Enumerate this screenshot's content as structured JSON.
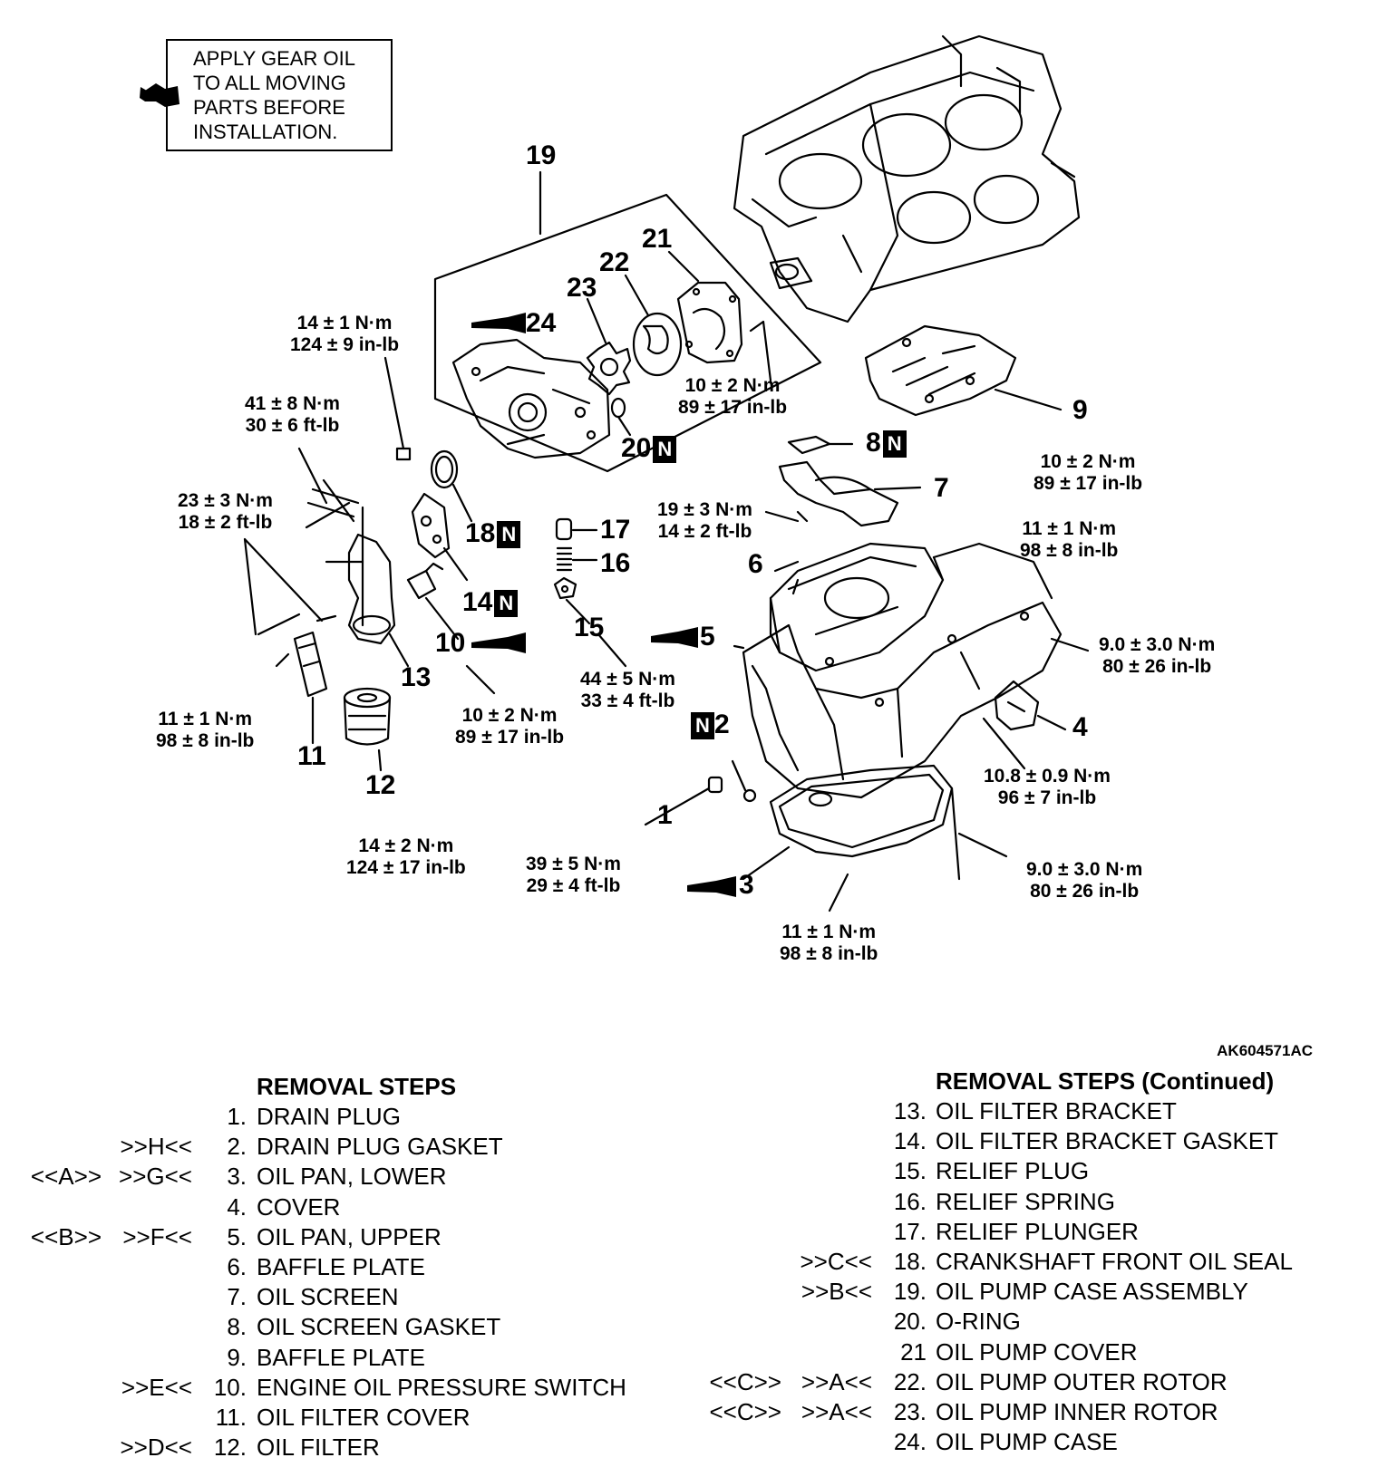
{
  "note": {
    "lines": [
      "APPLY GEAR OIL",
      "TO ALL MOVING",
      "PARTS BEFORE",
      "INSTALLATION."
    ],
    "icon": "oil-can-icon"
  },
  "callouts": {
    "c1": "1",
    "c2": "2",
    "c3": "3",
    "c4": "4",
    "c5": "5",
    "c6": "6",
    "c7": "7",
    "c8": "8",
    "c9": "9",
    "c10": "10",
    "c11": "11",
    "c12": "12",
    "c13": "13",
    "c14": "14",
    "c15": "15",
    "c16": "16",
    "c17": "17",
    "c18": "18",
    "c19": "19",
    "c20": "20",
    "c21": "21",
    "c22": "22",
    "c23": "23",
    "c24": "24"
  },
  "new_part_mark": "N",
  "torques": {
    "t14_1": [
      "14 ± 1 N·m",
      "124 ± 9 in-lb"
    ],
    "t41_8": [
      "41 ± 8 N·m",
      "30 ± 6 ft-lb"
    ],
    "t23_3": [
      "23 ± 3 N·m",
      "18 ± 2 ft-lb"
    ],
    "t11_left": [
      "11 ± 1 N·m",
      "98 ± 8 in-lb"
    ],
    "t14_2": [
      "14 ± 2 N·m",
      "124 ± 17 in-lb"
    ],
    "t10_2_switch": [
      "10 ± 2 N·m",
      "89 ± 17 in-lb"
    ],
    "t44_5": [
      "44 ± 5 N·m",
      "33 ± 4 ft-lb"
    ],
    "t19_3": [
      "19 ± 3 N·m",
      "14 ± 2 ft-lb"
    ],
    "t10_2_cover": [
      "10 ± 2 N·m",
      "89 ± 17 in-lb"
    ],
    "t10_2_baffle": [
      "10 ± 2 N·m",
      "89 ± 17 in-lb"
    ],
    "t11_right": [
      "11 ± 1 N·m",
      "98 ± 8 in-lb"
    ],
    "t9_upper": [
      "9.0 ± 3.0 N·m",
      "80 ± 26 in-lb"
    ],
    "t10_8": [
      "10.8 ± 0.9 N·m",
      "96 ± 7 in-lb"
    ],
    "t9_lower": [
      "9.0 ± 3.0 N·m",
      "80 ± 26 in-lb"
    ],
    "t39_5": [
      "39 ± 5 N·m",
      "29 ± 4 ft-lb"
    ],
    "t11_bottom": [
      "11 ± 1 N·m",
      "98 ± 8 in-lb"
    ]
  },
  "figure_id": "AK604571AC",
  "removal_steps_left": {
    "title": "REMOVAL STEPS",
    "rows": [
      {
        "m1": "",
        "m2": "",
        "num": "1.",
        "label": "DRAIN PLUG"
      },
      {
        "m1": "",
        "m2": ">>H<<",
        "num": "2.",
        "label": "DRAIN PLUG GASKET"
      },
      {
        "m1": "<<A>>",
        "m2": ">>G<<",
        "num": "3.",
        "label": "OIL PAN, LOWER"
      },
      {
        "m1": "",
        "m2": "",
        "num": "4.",
        "label": "COVER"
      },
      {
        "m1": "<<B>>",
        "m2": ">>F<<",
        "num": "5.",
        "label": "OIL PAN, UPPER"
      },
      {
        "m1": "",
        "m2": "",
        "num": "6.",
        "label": "BAFFLE PLATE"
      },
      {
        "m1": "",
        "m2": "",
        "num": "7.",
        "label": "OIL SCREEN"
      },
      {
        "m1": "",
        "m2": "",
        "num": "8.",
        "label": "OIL SCREEN GASKET"
      },
      {
        "m1": "",
        "m2": "",
        "num": "9.",
        "label": "BAFFLE PLATE"
      },
      {
        "m1": "",
        "m2": ">>E<<",
        "num": "10.",
        "label": "ENGINE OIL PRESSURE SWITCH"
      },
      {
        "m1": "",
        "m2": "",
        "num": "11.",
        "label": "OIL FILTER COVER"
      },
      {
        "m1": "",
        "m2": ">>D<<",
        "num": "12.",
        "label": "OIL FILTER"
      }
    ]
  },
  "removal_steps_right": {
    "title": "REMOVAL STEPS (Continued)",
    "rows": [
      {
        "m1": "",
        "m2": "",
        "num": "13.",
        "label": "OIL FILTER BRACKET"
      },
      {
        "m1": "",
        "m2": "",
        "num": "14.",
        "label": "OIL FILTER BRACKET GASKET"
      },
      {
        "m1": "",
        "m2": "",
        "num": "15.",
        "label": "RELIEF PLUG"
      },
      {
        "m1": "",
        "m2": "",
        "num": "16.",
        "label": "RELIEF SPRING"
      },
      {
        "m1": "",
        "m2": "",
        "num": "17.",
        "label": "RELIEF PLUNGER"
      },
      {
        "m1": "",
        "m2": ">>C<<",
        "num": "18.",
        "label": "CRANKSHAFT FRONT OIL SEAL"
      },
      {
        "m1": "",
        "m2": ">>B<<",
        "num": "19.",
        "label": "OIL PUMP CASE ASSEMBLY"
      },
      {
        "m1": "",
        "m2": "",
        "num": "20.",
        "label": "O-RING"
      },
      {
        "m1": "",
        "m2": "",
        "num": "21",
        "label": "OIL PUMP COVER"
      },
      {
        "m1": "<<C>>",
        "m2": ">>A<<",
        "num": "22.",
        "label": "OIL PUMP OUTER ROTOR"
      },
      {
        "m1": "<<C>>",
        "m2": ">>A<<",
        "num": "23.",
        "label": "OIL PUMP INNER ROTOR"
      },
      {
        "m1": "",
        "m2": "",
        "num": "24.",
        "label": "OIL PUMP CASE"
      }
    ]
  }
}
